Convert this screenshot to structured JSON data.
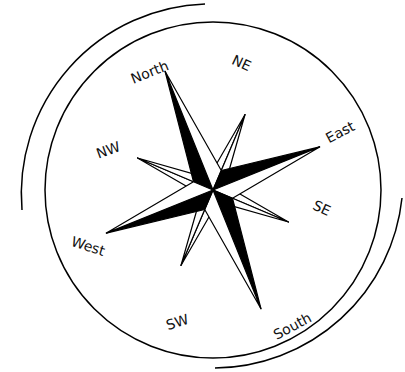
{
  "diagram": {
    "labels": [
      "North",
      "NE",
      "East",
      "NW",
      "SE",
      "West",
      "SW",
      "South"
    ]
  }
}
